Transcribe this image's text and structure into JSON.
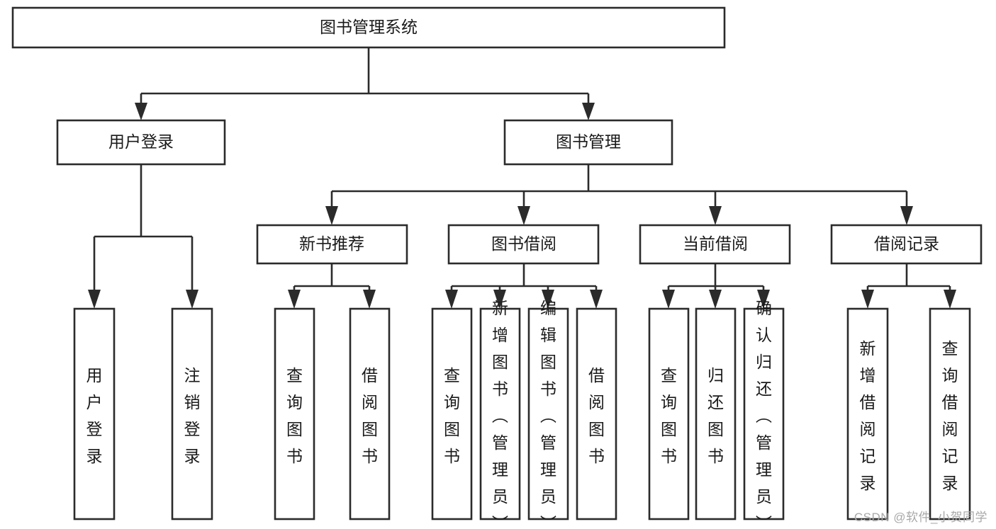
{
  "diagram": {
    "type": "tree",
    "title": "图书管理系统",
    "watermark": "CSDN @软件_小贺同学",
    "root": {
      "id": "root",
      "label": "图书管理系统",
      "orientation": "horizontal"
    },
    "level1": [
      {
        "id": "user-login",
        "label": "用户登录",
        "orientation": "horizontal"
      },
      {
        "id": "book-manage",
        "label": "图书管理",
        "orientation": "horizontal"
      }
    ],
    "level2": [
      {
        "id": "new-book-recommend",
        "label": "新书推荐",
        "parent": "book-manage",
        "orientation": "horizontal"
      },
      {
        "id": "book-borrow",
        "label": "图书借阅",
        "parent": "book-manage",
        "orientation": "horizontal"
      },
      {
        "id": "current-borrow",
        "label": "当前借阅",
        "parent": "book-manage",
        "orientation": "horizontal"
      },
      {
        "id": "borrow-record",
        "label": "借阅记录",
        "parent": "book-manage",
        "orientation": "horizontal"
      }
    ],
    "leaves": [
      {
        "id": "leaf-user-login",
        "label": "用户登录",
        "parent": "user-login",
        "orientation": "vertical"
      },
      {
        "id": "leaf-user-logout",
        "label": "注销登录",
        "parent": "user-login",
        "orientation": "vertical"
      },
      {
        "id": "leaf-query-book-1",
        "label": "查询图书",
        "parent": "new-book-recommend",
        "orientation": "vertical"
      },
      {
        "id": "leaf-borrow-book-1",
        "label": "借阅图书",
        "parent": "new-book-recommend",
        "orientation": "vertical"
      },
      {
        "id": "leaf-query-book-2",
        "label": "查询图书",
        "parent": "book-borrow",
        "orientation": "vertical"
      },
      {
        "id": "leaf-add-book",
        "label": "新增图书（管理员）",
        "parent": "book-borrow",
        "orientation": "vertical"
      },
      {
        "id": "leaf-edit-book",
        "label": "编辑图书（管理员）",
        "parent": "book-borrow",
        "orientation": "vertical"
      },
      {
        "id": "leaf-borrow-book-2",
        "label": "借阅图书",
        "parent": "book-borrow",
        "orientation": "vertical"
      },
      {
        "id": "leaf-query-book-3",
        "label": "查询图书",
        "parent": "current-borrow",
        "orientation": "vertical"
      },
      {
        "id": "leaf-return-book",
        "label": "归还图书",
        "parent": "current-borrow",
        "orientation": "vertical"
      },
      {
        "id": "leaf-confirm-return",
        "label": "确认归还（管理员）",
        "parent": "current-borrow",
        "orientation": "vertical"
      },
      {
        "id": "leaf-add-record",
        "label": "新增借阅记录",
        "parent": "borrow-record",
        "orientation": "vertical"
      },
      {
        "id": "leaf-query-record",
        "label": "查询借阅记录",
        "parent": "borrow-record",
        "orientation": "vertical"
      }
    ],
    "colors": {
      "background": "#ffffff",
      "box_fill": "#ffffff",
      "box_stroke": "#2b2b2b",
      "connector": "#2b2b2b",
      "text": "#1a1a1a",
      "watermark": "#a8a8a8"
    }
  }
}
